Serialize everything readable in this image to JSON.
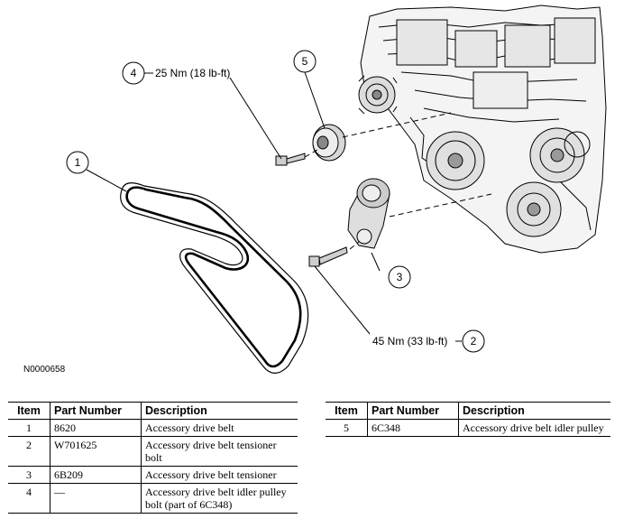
{
  "callouts": {
    "c1": {
      "num": "1"
    },
    "c2": {
      "num": "2",
      "torque": "45 Nm (33 lb-ft)"
    },
    "c3": {
      "num": "3"
    },
    "c4": {
      "num": "4",
      "torque": "25 Nm (18 lb-ft)"
    },
    "c5": {
      "num": "5"
    }
  },
  "figure_id": "N0000658",
  "table_left": {
    "headers": {
      "item": "Item",
      "part_number": "Part Number",
      "description": "Description"
    },
    "rows": [
      {
        "item": "1",
        "part_number": "8620",
        "description": "Accessory drive belt"
      },
      {
        "item": "2",
        "part_number": "W701625",
        "description": "Accessory drive belt tensioner bolt"
      },
      {
        "item": "3",
        "part_number": "6B209",
        "description": "Accessory drive belt tensioner"
      },
      {
        "item": "4",
        "part_number": "—",
        "description": "Accessory drive belt idler pulley bolt (part of 6C348)"
      }
    ]
  },
  "table_right": {
    "headers": {
      "item": "Item",
      "part_number": "Part Number",
      "description": "Description"
    },
    "rows": [
      {
        "item": "5",
        "part_number": "6C348",
        "description": "Accessory drive belt idler pulley"
      }
    ]
  }
}
